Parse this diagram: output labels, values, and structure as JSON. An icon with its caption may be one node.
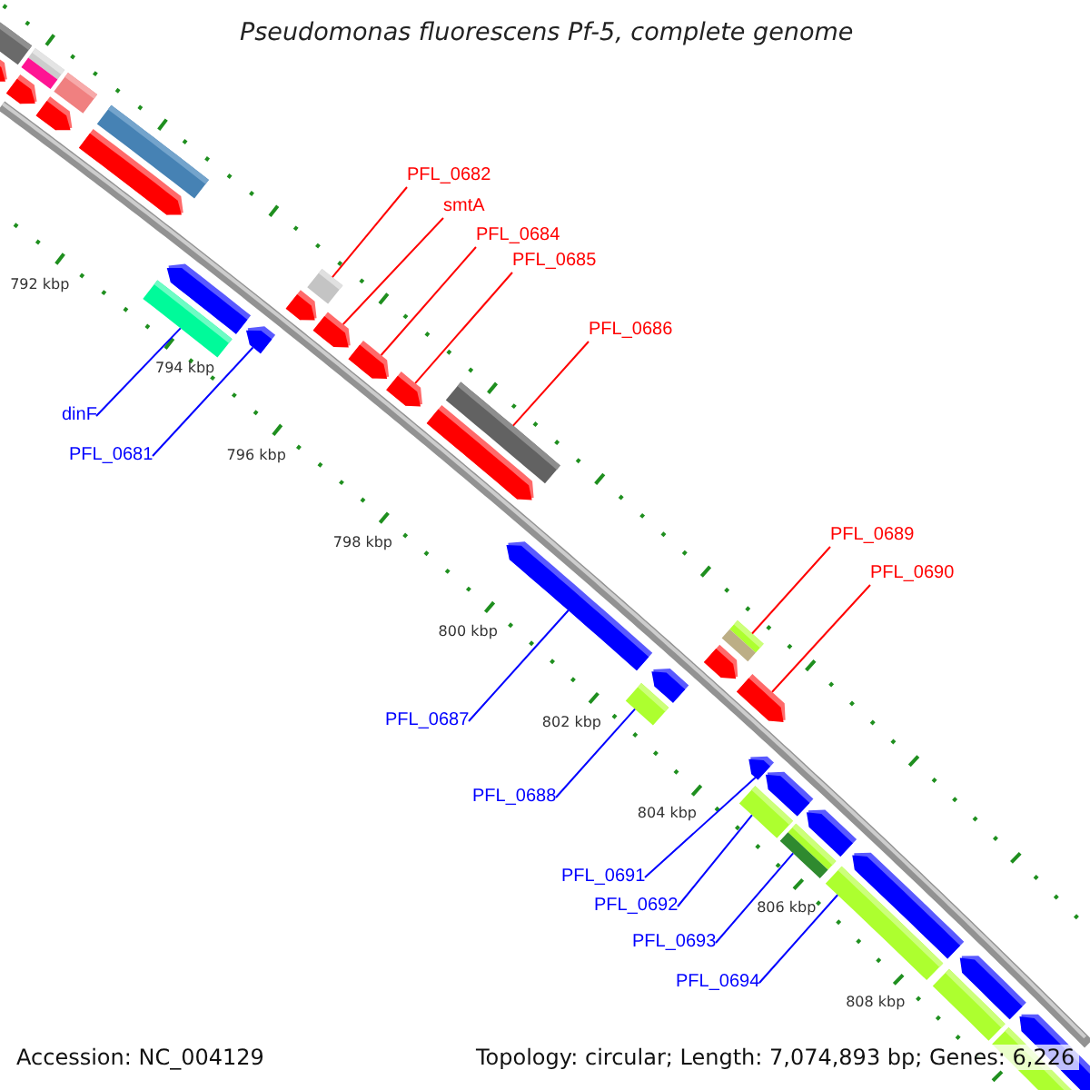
{
  "diagram": {
    "title": "Pseudomonas fluorescens Pf-5, complete genome",
    "nodes": [
      {
        "text": [
          "PFL_0682"
        ]
      },
      {
        "text": [
          "smtA"
        ]
      },
      {
        "text": [
          "PFL_0684"
        ]
      },
      {
        "text": [
          "PFL_0685"
        ]
      },
      {
        "text": [
          "PFL_0686"
        ]
      },
      {
        "text": [
          "dinF"
        ]
      },
      {
        "text": [
          "PFL_0681"
        ]
      },
      {
        "text": [
          "PFL_0689"
        ]
      },
      {
        "text": [
          "PFL_0690"
        ]
      },
      {
        "text": [
          "PFL_0687"
        ]
      },
      {
        "text": [
          "PFL_0688"
        ]
      },
      {
        "text": [
          "PFL_0691"
        ]
      },
      {
        "text": [
          "PFL_0692"
        ]
      },
      {
        "text": [
          "PFL_0693"
        ]
      },
      {
        "text": [
          "PFL_0694"
        ]
      },
      {
        "text": [],
        "shape": "box"
      },
      {
        "text": [],
        "shape": "pentagon"
      },
      {
        "text": [],
        "shape": "pentagon"
      },
      {
        "text": [],
        "shape": "pentagon"
      },
      {
        "text": [],
        "shape": "box"
      },
      {
        "text": [],
        "shape": "box"
      },
      {
        "text": [],
        "shape": "pentagon"
      },
      {
        "text": [],
        "shape": "box"
      },
      {
        "text": [],
        "shape": "pentagon"
      },
      {
        "text": [],
        "shape": "pentagon"
      },
      {
        "text": [],
        "shape": "box"
      },
      {
        "text": [],
        "shape": "pentagon"
      },
      {
        "text": [],
        "shape": "box"
      },
      {
        "text": [],
        "shape": "box"
      },
      {
        "text": [],
        "shape": "box"
      },
      {
        "text": [],
        "shape": "box"
      },
      {
        "text": [],
        "shape": "box"
      },
      {
        "text": [],
        "shape": "box"
      },
      {
        "text": [],
        "shape": "box"
      },
      {
        "text": [],
        "shape": "pentagon"
      },
      {
        "text": [],
        "shape": "pentagon"
      },
      {
        "text": [],
        "shape": "pentagon"
      },
      {
        "text": [],
        "shape": "pentagon"
      },
      {
        "text": [],
        "shape": "pentagon"
      },
      {
        "text": [],
        "shape": "pentagon"
      },
      {
        "text": [],
        "shape": "pentagon"
      },
      {
        "text": [],
        "shape": "pentagon"
      },
      {
        "text": [],
        "shape": "pentagon"
      },
      {
        "text": [],
        "shape": "pentagon"
      },
      {
        "text": [],
        "shape": "pentagon"
      },
      {
        "text": [],
        "shape": "pentagon"
      },
      {
        "text": [],
        "shape": "pentagon"
      },
      {
        "text": [],
        "shape": "pentagon"
      },
      {
        "text": [],
        "shape": "box"
      },
      {
        "text": [],
        "shape": "box"
      }
    ],
    "edges": [
      {
        "from": 0,
        "to": 15,
        "arrow": "none",
        "color": "#ff0000"
      },
      {
        "from": 1,
        "to": 16,
        "arrow": "none",
        "color": "#ff0000"
      },
      {
        "from": 2,
        "to": 17,
        "arrow": "none",
        "color": "#ff0000"
      },
      {
        "from": 3,
        "to": 18,
        "arrow": "none",
        "color": "#ff0000"
      },
      {
        "from": 4,
        "to": 19,
        "arrow": "none",
        "color": "#ff0000"
      },
      {
        "from": 5,
        "to": 20,
        "arrow": "none"
      },
      {
        "from": 6,
        "to": 21,
        "arrow": "none"
      },
      {
        "from": 7,
        "to": 22,
        "arrow": "none",
        "color": "#ff0000"
      },
      {
        "from": 8,
        "to": 23,
        "arrow": "none",
        "color": "#ff0000"
      },
      {
        "from": 9,
        "to": 24,
        "arrow": "none"
      },
      {
        "from": 10,
        "to": 25,
        "arrow": "none"
      },
      {
        "from": 11,
        "to": 26,
        "arrow": "none"
      },
      {
        "from": 12,
        "to": 27,
        "arrow": "none"
      },
      {
        "from": 13,
        "to": 28,
        "arrow": "none"
      },
      {
        "from": 14,
        "to": 29,
        "arrow": "none"
      }
    ],
    "labels": [
      "792 kbp",
      "794 kbp",
      "796 kbp",
      "798 kbp",
      "800 kbp",
      "802 kbp",
      "804 kbp",
      "806 kbp",
      "808 kbp",
      "Accession: NC_004129",
      "Topology: circular; Length: 7,074,893 bp; Genes: 6,226"
    ]
  }
}
